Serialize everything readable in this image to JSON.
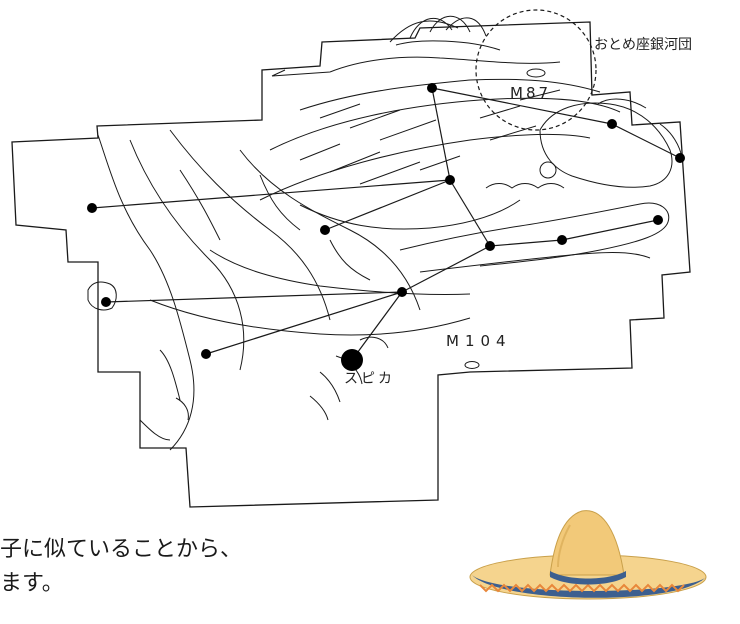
{
  "labels": {
    "virgo_cluster": "おとめ座銀河団",
    "m87": "M87",
    "m104": "M104",
    "spica": "スピカ"
  },
  "caption": {
    "line1": "子に似ていることから、",
    "line2": "ます。"
  },
  "colors": {
    "ink": "#1a1a1a",
    "hat_crown": "#f2c979",
    "hat_brim": "#f5d48e",
    "hat_band": "#3d5f8f",
    "hat_trim": "#e8873a"
  },
  "icons": {
    "hat": "sombrero-hat-icon"
  }
}
